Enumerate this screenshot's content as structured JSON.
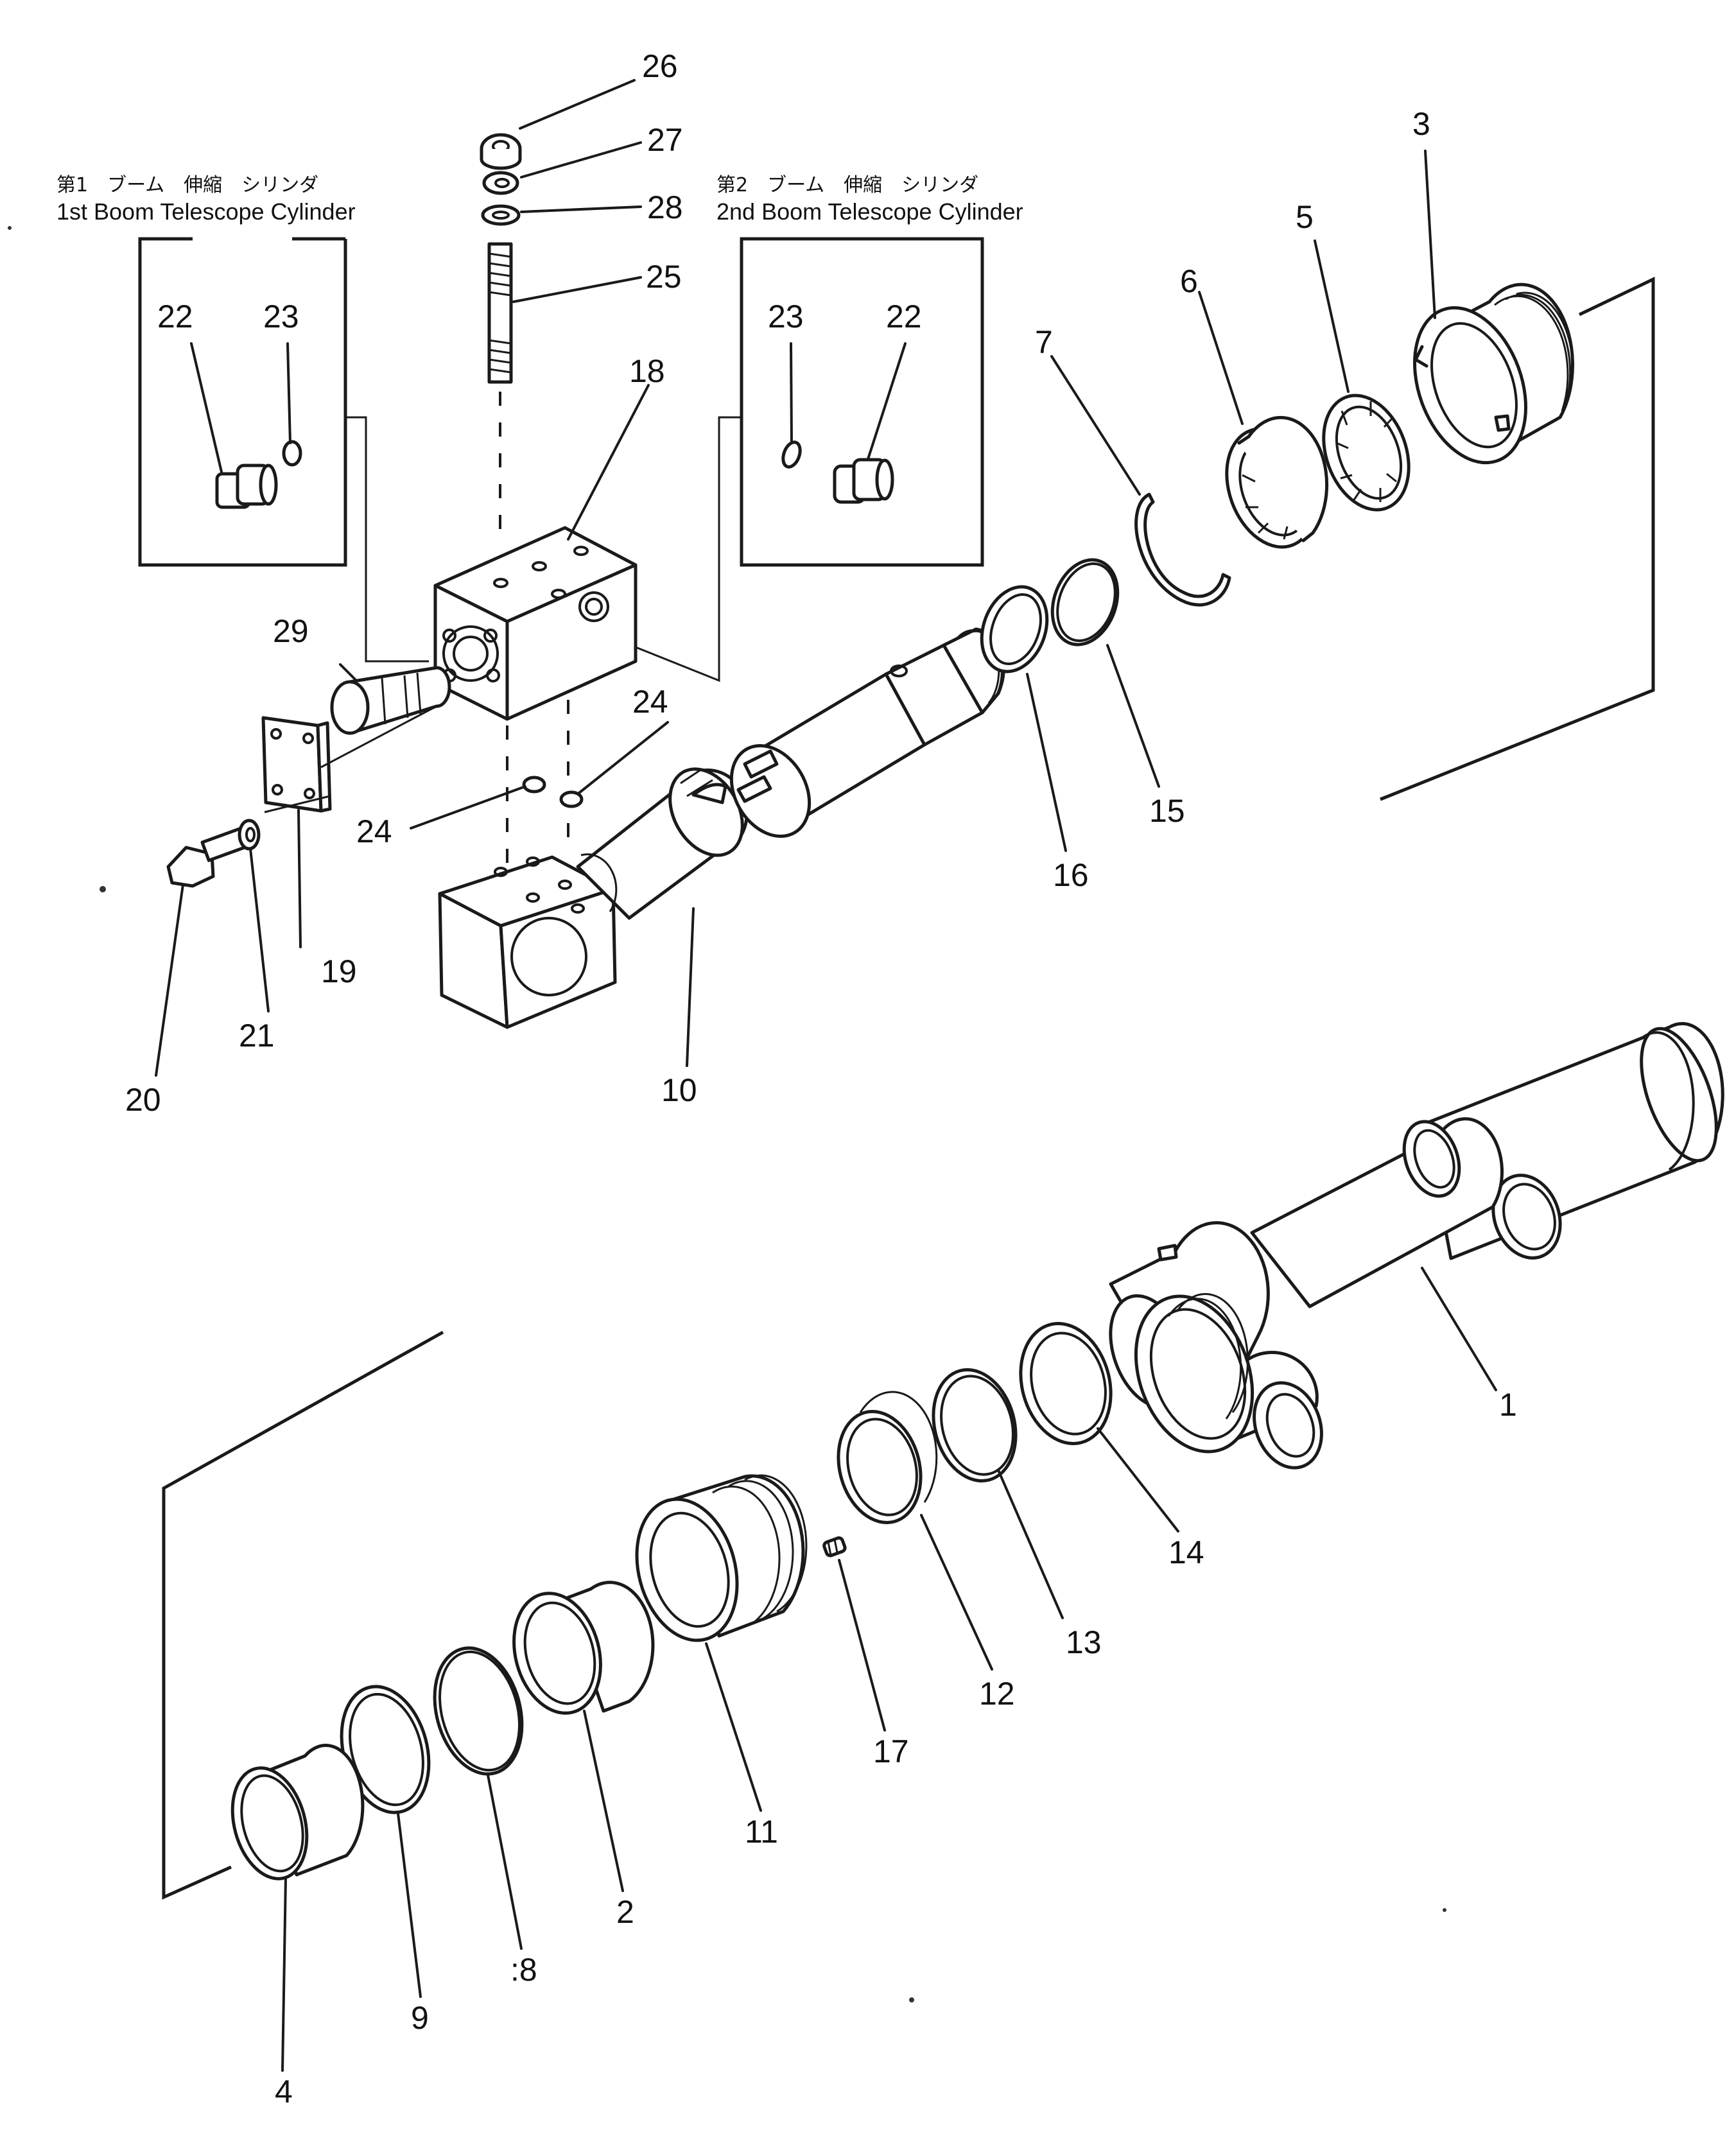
{
  "captions": {
    "first": {
      "jp": "第1　ブーム　伸縮　シリンダ",
      "en": "1st Boom Telescope Cylinder"
    },
    "second": {
      "jp": "第2　ブーム　伸縮　シリンダ",
      "en": "2nd Boom Telescope Cylinder"
    }
  },
  "callouts": {
    "n1": "1",
    "n2": "2",
    "n3": "3",
    "n4": "4",
    "n5": "5",
    "n6": "6",
    "n7": "7",
    "n8": ":8",
    "n9": "9",
    "n10": "10",
    "n11": "11",
    "n12": "12",
    "n13": "13",
    "n14": "14",
    "n15": "15",
    "n16": "16",
    "n17": "17",
    "n18": "18",
    "n19": "19",
    "n20": "20",
    "n21": "21",
    "n22a": "22",
    "n22b": "22",
    "n23a": "23",
    "n23b": "23",
    "n24a": "24",
    "n24b": "24",
    "n25": "25",
    "n26": "26",
    "n27": "27",
    "n28": "28",
    "n29": "29"
  }
}
